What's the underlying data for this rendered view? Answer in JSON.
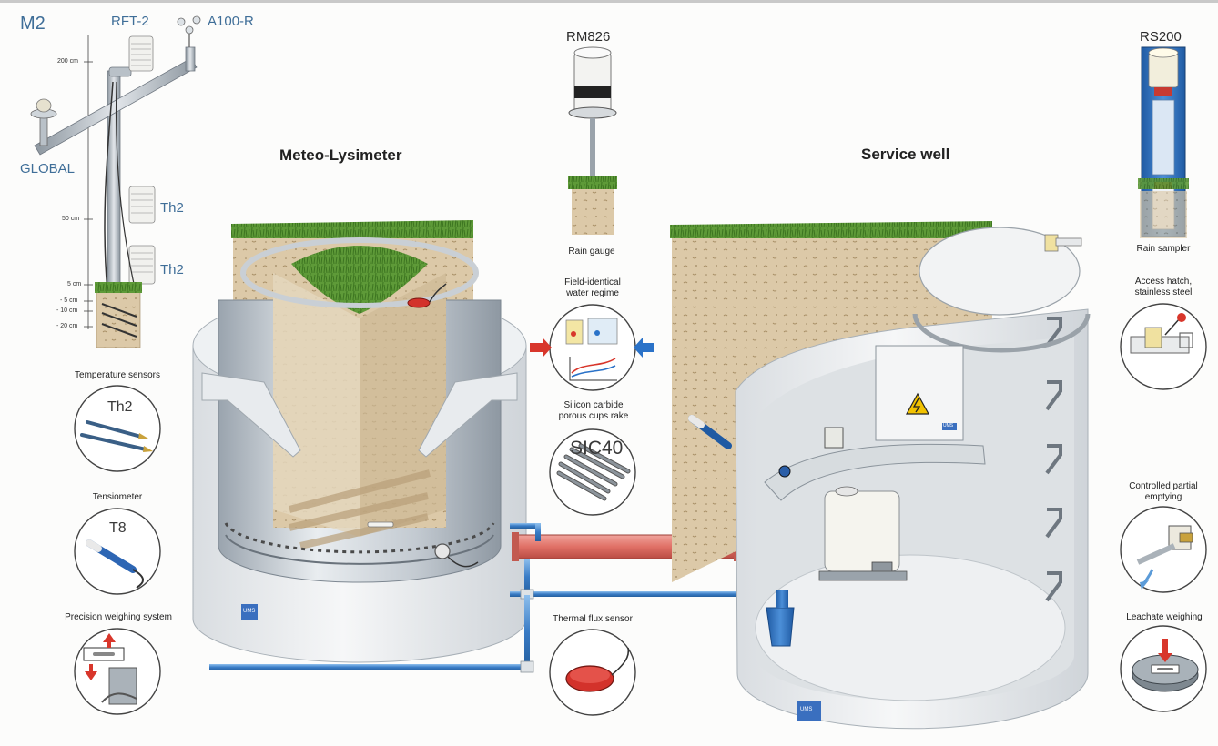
{
  "station": {
    "title": "M2",
    "sensor_rft": "RFT-2",
    "sensor_anemometer": "A100-R",
    "sensor_global": "GLOBAL",
    "sensor_th2_upper": "Th2",
    "sensor_th2_lower": "Th2",
    "height_ticks": [
      "200 cm",
      "50 cm",
      "5 cm",
      "- 5 cm",
      "- 10 cm",
      "- 20 cm"
    ]
  },
  "sections": {
    "lysimeter_title": "Meteo-Lysimeter",
    "service_well_title": "Service well"
  },
  "center_components": {
    "rain_gauge_model": "RM826",
    "rain_gauge_caption": "Rain gauge",
    "water_regime_caption": "Field-identical water regime",
    "suction_rake_caption": "Silicon carbide porous cups rake",
    "suction_rake_model": "SIC40",
    "thermal_flux_caption": "Thermal flux sensor"
  },
  "left_components": {
    "temperature_caption": "Temperature sensors",
    "temperature_model": "Th2",
    "tensiometer_caption": "Tensiometer",
    "tensiometer_model": "T8",
    "weighing_caption": "Precision weighing system"
  },
  "right_components": {
    "rain_sampler_model": "RS200",
    "rain_sampler_caption": "Rain sampler",
    "hatch_caption": "Access hatch, stainless steel",
    "emptying_caption": "Controlled partial emptying",
    "leachate_caption": "Leachate weighing"
  },
  "logos": {
    "lysimeter_logo": "UMS",
    "well_logo": "UMS",
    "box_logo": "UMS",
    "cabinet_logo": "UMS"
  },
  "icons": [
    "high-voltage-warning-icon",
    "arrow-up-icon",
    "arrow-down-icon",
    "arrow-in-left-icon",
    "arrow-in-right-icon"
  ],
  "colors": {
    "label_blue": "#3f6e98",
    "pipe_red": "#e07066",
    "pipe_blue": "#3a7cc6",
    "grass_green": "#4d8a2e",
    "soil": "#d9c7a6",
    "concrete": "#eef0f2",
    "arrow_red": "#d8362b",
    "arrow_blue": "#2a72c8"
  }
}
